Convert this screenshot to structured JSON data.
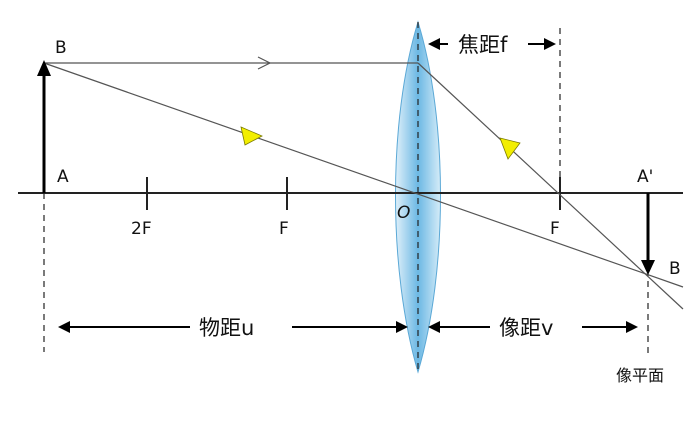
{
  "labels": {
    "object_top": "B",
    "object_base": "A",
    "two_f": "2F",
    "focal_left": "F",
    "center": "O",
    "focal_right": "F",
    "image_top": "A'",
    "image_tip": "B",
    "focal_length": "焦距f",
    "object_distance": "物距u",
    "image_distance": "像距v",
    "image_plane": "像平面"
  },
  "colors": {
    "line": "#222222",
    "ray": "#555555",
    "lens_fill": "#86c5e8",
    "lens_center": "#2d8fc8",
    "ray_arrow": "#f2ee00"
  }
}
